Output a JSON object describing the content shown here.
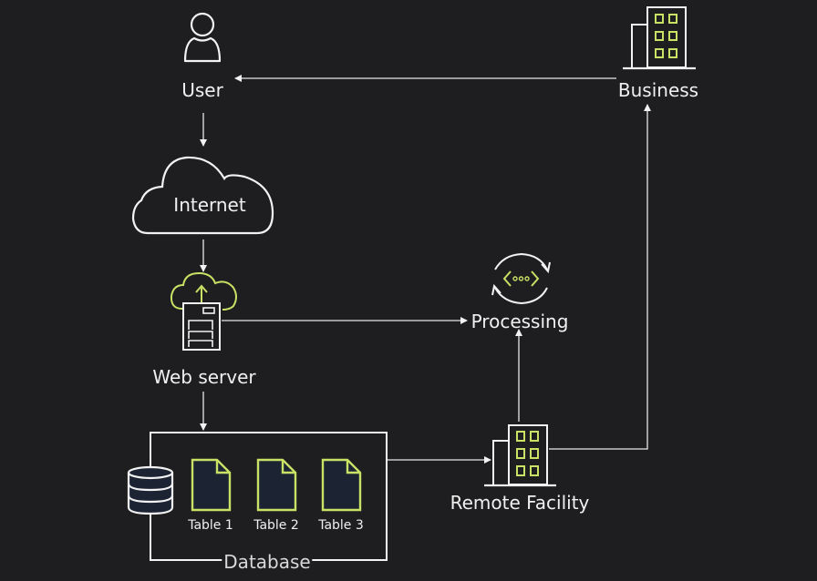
{
  "colors": {
    "background": "#1e1e20",
    "line": "#f2f2f2",
    "accent": "#c9e265",
    "fill_dark": "#1c2434"
  },
  "nodes": {
    "user": {
      "label": "User",
      "icon": "person-icon"
    },
    "business": {
      "label": "Business",
      "icon": "building-icon"
    },
    "internet": {
      "label": "Internet",
      "icon": "cloud-icon"
    },
    "web_server": {
      "label": "Web server",
      "icon": "cloud-server-icon"
    },
    "processing": {
      "label": "Processing",
      "icon": "code-cycle-icon"
    },
    "database": {
      "label": "Database",
      "icon": "database-icon",
      "tables": [
        {
          "label": "Table 1",
          "icon": "document-icon"
        },
        {
          "label": "Table 2",
          "icon": "document-icon"
        },
        {
          "label": "Table 3",
          "icon": "document-icon"
        }
      ]
    },
    "remote_facility": {
      "label": "Remote Facility",
      "icon": "building-icon"
    }
  },
  "edges": [
    {
      "from": "business",
      "to": "user"
    },
    {
      "from": "user",
      "to": "internet"
    },
    {
      "from": "internet",
      "to": "web_server"
    },
    {
      "from": "web_server",
      "to": "processing"
    },
    {
      "from": "web_server",
      "to": "database"
    },
    {
      "from": "database",
      "to": "remote_facility"
    },
    {
      "from": "remote_facility",
      "to": "processing"
    },
    {
      "from": "remote_facility",
      "to": "business"
    }
  ]
}
